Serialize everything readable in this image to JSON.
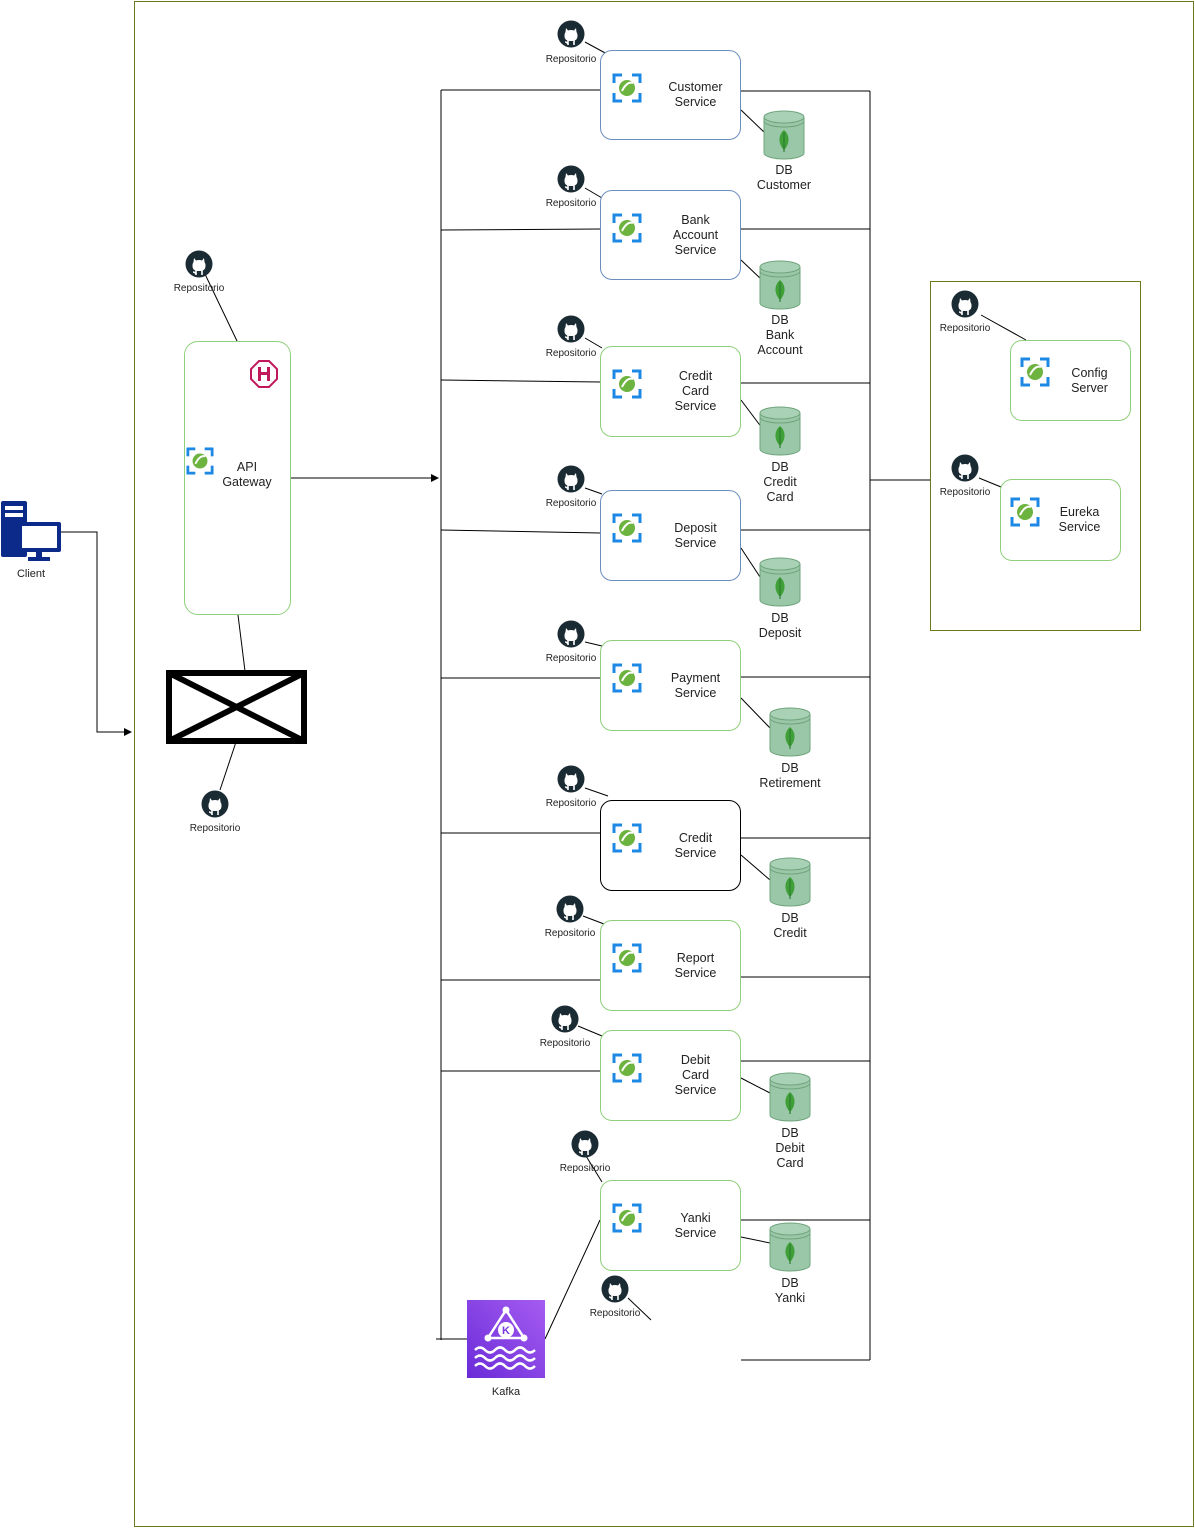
{
  "client": {
    "label": "Client"
  },
  "gateway": {
    "label": "API\nGateway"
  },
  "repo_label": "Repositorio",
  "services": [
    {
      "id": "customer",
      "label": "Customer\nService",
      "db_label": "DB\nCustomer"
    },
    {
      "id": "bank-account",
      "label": "Bank\nAccount\nService",
      "db_label": "DB\nBank\nAccount"
    },
    {
      "id": "credit-card",
      "label": "Credit\nCard\nService",
      "db_label": "DB\nCredit\nCard"
    },
    {
      "id": "deposit",
      "label": "Deposit\nService",
      "db_label": "DB\nDeposit"
    },
    {
      "id": "payment",
      "label": "Payment\nService",
      "db_label": "DB\nRetirement"
    },
    {
      "id": "credit",
      "label": "Credit\nService",
      "db_label": "DB\nCredit"
    },
    {
      "id": "report",
      "label": "Report\nService"
    },
    {
      "id": "debit-card",
      "label": "Debit\nCard\nService",
      "db_label": "DB\nDebit\nCard"
    },
    {
      "id": "yanki",
      "label": "Yanki\nService",
      "db_label": "DB\nYanki"
    }
  ],
  "config_server": {
    "label": "Config\nServer"
  },
  "eureka_service": {
    "label": "Eureka\nService"
  },
  "kafka": {
    "label": "Kafka"
  },
  "colors": {
    "green_border": "#8fcf7c",
    "blue_border": "#6c8ebf",
    "outer_border": "#6b7a1a",
    "db_fill": "#9ac7a8",
    "kafka_purple": "#8a45e6",
    "client_blue": "#0b2a8a",
    "github_dark": "#1b2b33"
  }
}
